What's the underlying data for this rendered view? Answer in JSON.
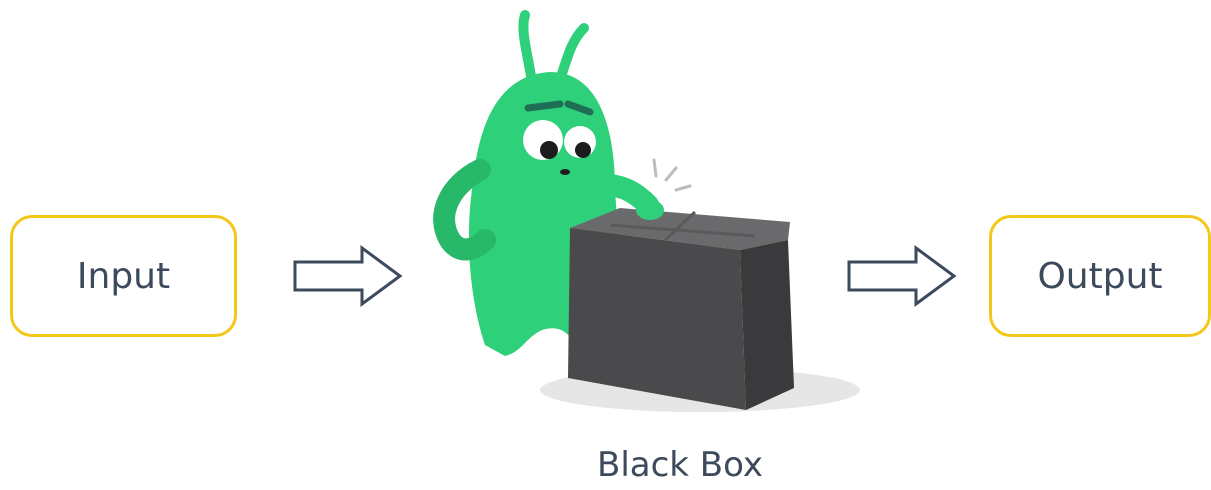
{
  "input": {
    "label": "Input"
  },
  "output": {
    "label": "Output"
  },
  "black_box": {
    "label": "Black Box"
  },
  "colors": {
    "box_border": "#f2c81a",
    "text": "#3d4a5c",
    "arrow_stroke": "#3d4a5c",
    "creature": "#2fd07a",
    "cube": "#4a4a4c"
  }
}
